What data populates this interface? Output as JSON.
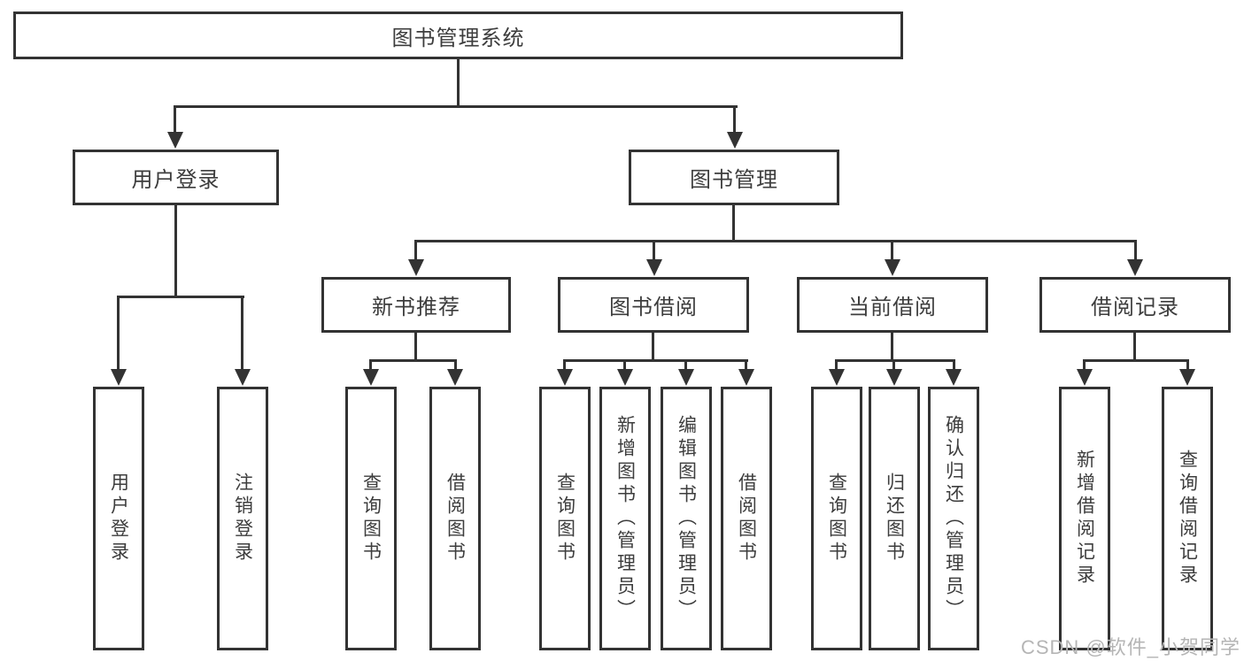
{
  "diagram": {
    "title_node": {
      "label": "图书管理系统"
    },
    "level2": [
      {
        "id": "user-login",
        "label": "用户登录"
      },
      {
        "id": "book-management",
        "label": "图书管理"
      }
    ],
    "level3": [
      {
        "id": "new-book-recommend",
        "label": "新书推荐",
        "parent": "图书管理"
      },
      {
        "id": "book-borrowing",
        "label": "图书借阅",
        "parent": "图书管理"
      },
      {
        "id": "current-borrowing",
        "label": "当前借阅",
        "parent": "图书管理"
      },
      {
        "id": "borrowing-records",
        "label": "借阅记录",
        "parent": "图书管理"
      }
    ],
    "leaves": [
      {
        "parent": "用户登录",
        "label": "用户登录"
      },
      {
        "parent": "用户登录",
        "label": "注销登录"
      },
      {
        "parent": "新书推荐",
        "label": "查询图书"
      },
      {
        "parent": "新书推荐",
        "label": "借阅图书"
      },
      {
        "parent": "图书借阅",
        "label": "查询图书"
      },
      {
        "parent": "图书借阅",
        "label": "新增图书（管理员）"
      },
      {
        "parent": "图书借阅",
        "label": "编辑图书（管理员）"
      },
      {
        "parent": "图书借阅",
        "label": "借阅图书"
      },
      {
        "parent": "当前借阅",
        "label": "查询图书"
      },
      {
        "parent": "当前借阅",
        "label": "归还图书"
      },
      {
        "parent": "当前借阅",
        "label": "确认归还（管理员）"
      },
      {
        "parent": "借阅记录",
        "label": "新增借阅记录"
      },
      {
        "parent": "借阅记录",
        "label": "查询借阅记录"
      }
    ]
  },
  "watermark": {
    "text": "CSDN @软件_小贺同学"
  },
  "colors": {
    "line": "#333333",
    "box_border": "#333333",
    "text": "#3d3d3d",
    "watermark": "#b5b5b5",
    "background": "#ffffff"
  }
}
